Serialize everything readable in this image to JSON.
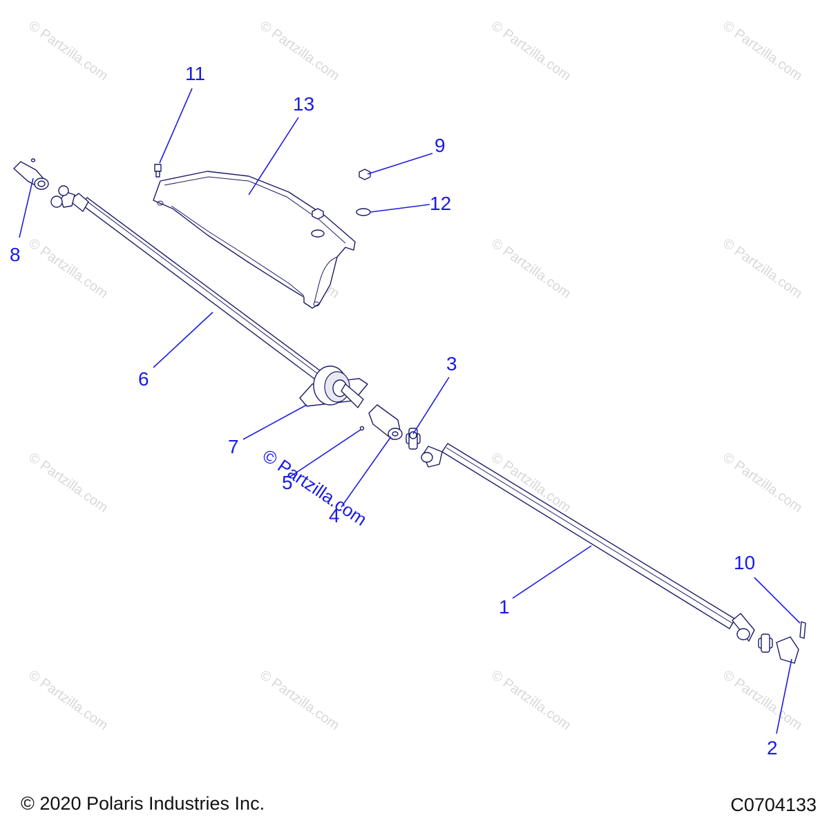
{
  "watermark": {
    "text": "© Partzilla.com",
    "center_text": "© Partzilla.com"
  },
  "callouts": {
    "c1": "1",
    "c2": "2",
    "c3": "3",
    "c4": "4",
    "c5": "5",
    "c6": "6",
    "c7": "7",
    "c8": "8",
    "c9": "9",
    "c10": "10",
    "c11": "11",
    "c12": "12",
    "c13": "13"
  },
  "footer": {
    "copyright": "© 2020 Polaris Industries Inc.",
    "drawing_id": "C0704133"
  },
  "colors": {
    "callout": "#1a1ae6",
    "line_art": "#1a1a66",
    "watermark": "#d8d8d8"
  }
}
